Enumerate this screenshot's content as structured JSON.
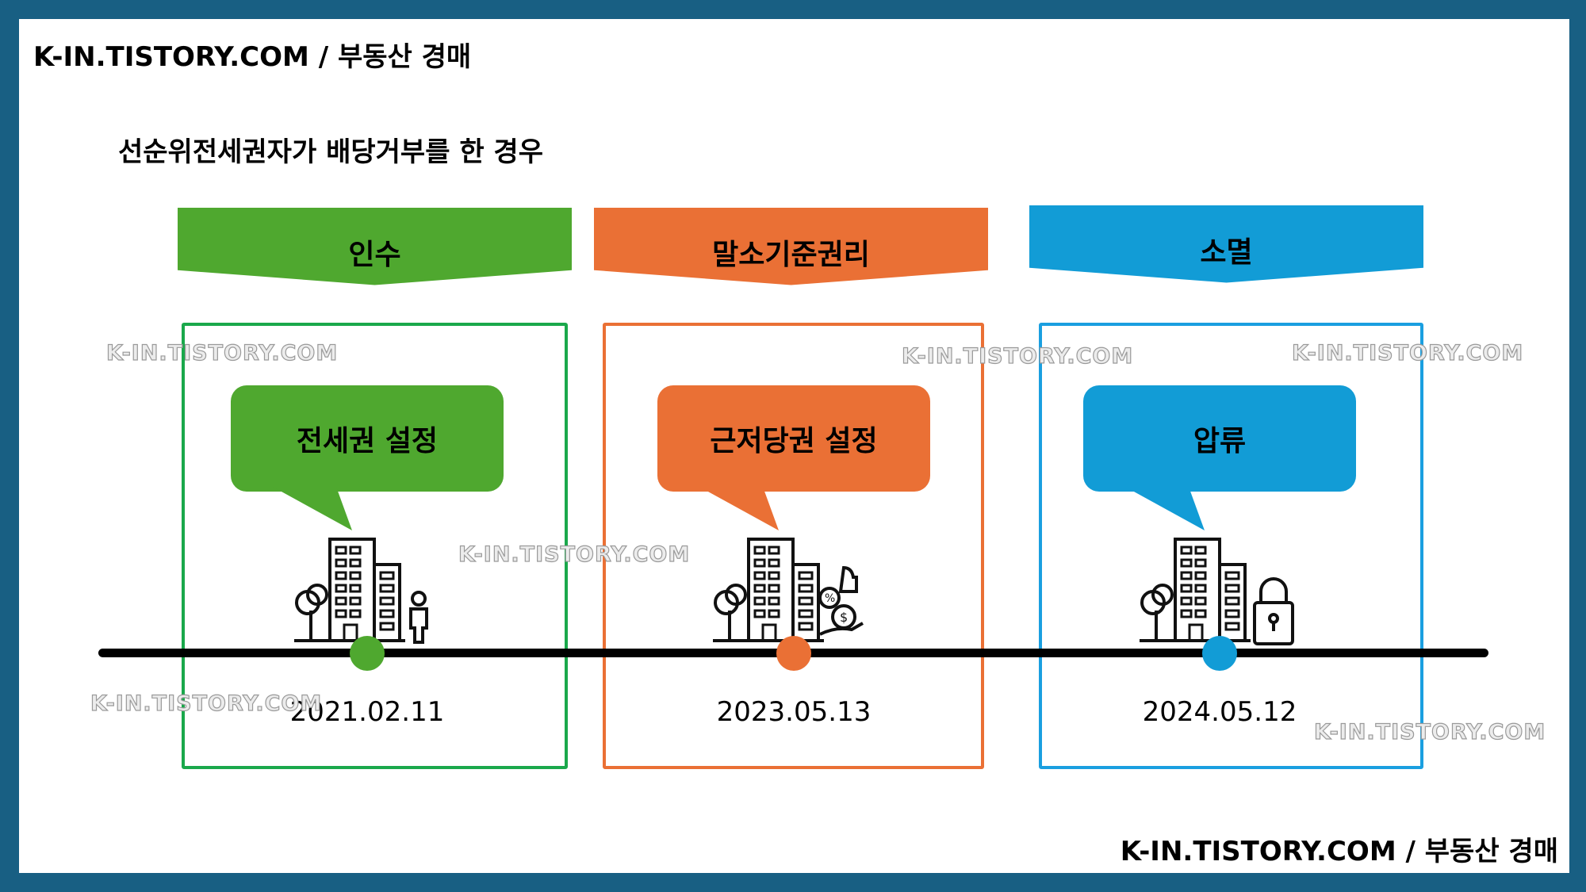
{
  "brand": {
    "top": "K-IN.TISTORY.COM / 부동산 경매",
    "bottom": "K-IN.TISTORY.COM / 부동산 경매"
  },
  "title": "선순위전세권자가 배당거부를 한 경우",
  "stages": [
    {
      "banner": "인수",
      "event": "전세권 설정",
      "date": "2021.02.11",
      "icon": "building-person-icon",
      "color": "#4fa82f",
      "frame_color": "#1aa84b"
    },
    {
      "banner": "말소기준권리",
      "event": "근저당권 설정",
      "date": "2023.05.13",
      "icon": "building-money-icon",
      "color": "#ea7035",
      "frame_color": "#ea7035"
    },
    {
      "banner": "소멸",
      "event": "압류",
      "date": "2024.05.12",
      "icon": "building-lock-icon",
      "color": "#129cd6",
      "frame_color": "#1a9fe0"
    }
  ],
  "watermark": "K-IN.TISTORY.COM"
}
